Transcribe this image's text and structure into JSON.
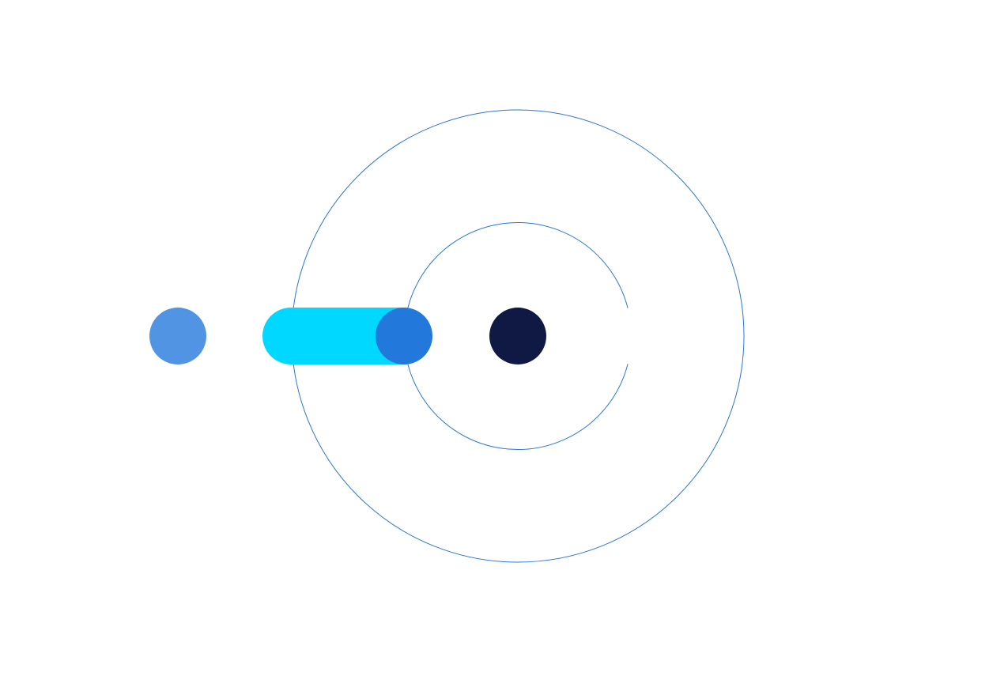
{
  "logo": {
    "colors": {
      "background": "#ffffff",
      "ring_stroke": "#2a78d4",
      "outer_dot": "#5094e3",
      "pill": "#00d8ff",
      "pill_knob": "#2378dc",
      "center_dot": "#0f1944"
    },
    "elements": [
      "outer-ring",
      "inner-ring-with-gap",
      "outer-dot",
      "toggle-pill",
      "pill-knob",
      "center-dot"
    ]
  }
}
